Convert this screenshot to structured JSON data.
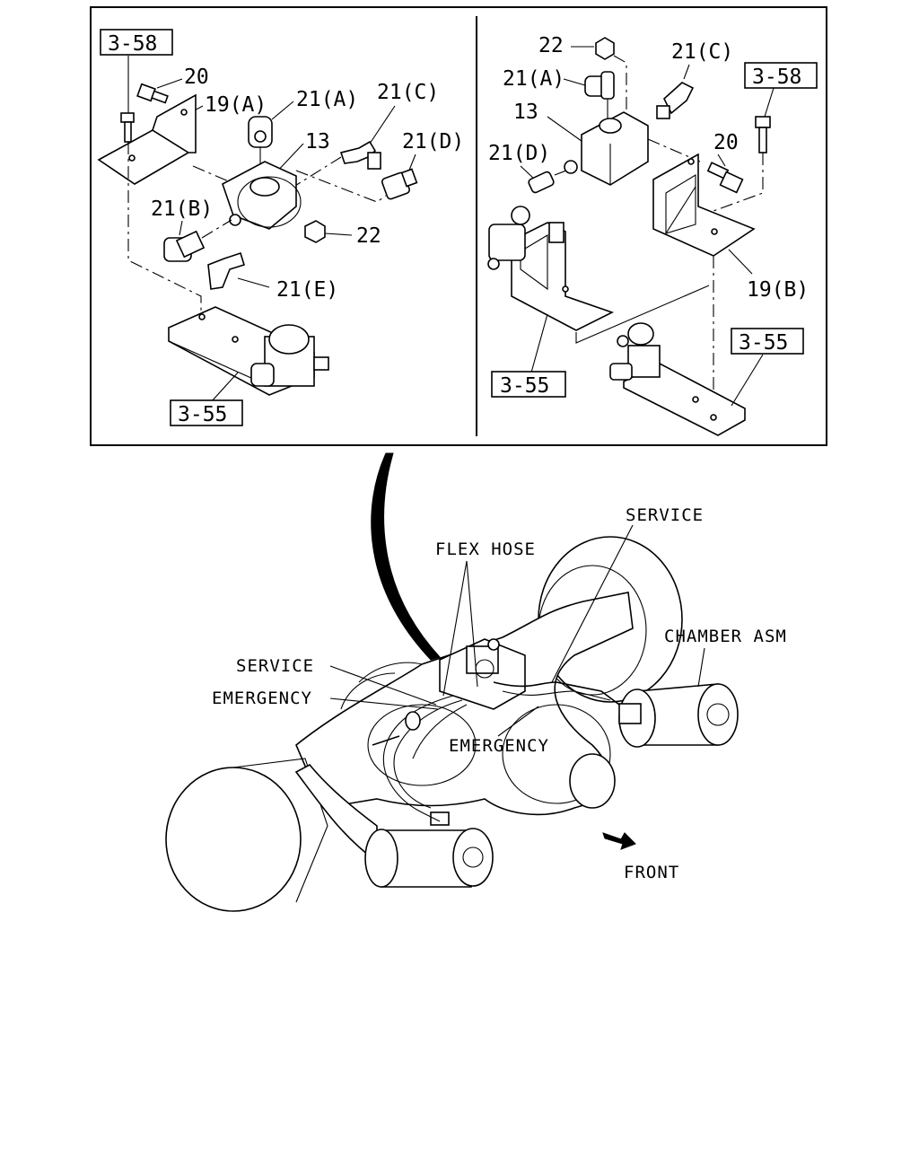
{
  "left_panel": {
    "ref_top": "3-58",
    "ref_bottom": "3-55",
    "labels": {
      "p20": "20",
      "p19a": "19(A)",
      "p21a": "21(A)",
      "p21c": "21(C)",
      "p13": "13",
      "p21d": "21(D)",
      "p21b": "21(B)",
      "p22": "22",
      "p21e": "21(E)"
    }
  },
  "right_panel": {
    "ref_top": "3-58",
    "ref_bottom_left": "3-55",
    "ref_bottom_right": "3-55",
    "labels": {
      "p22": "22",
      "p21c": "21(C)",
      "p21a": "21(A)",
      "p13": "13",
      "p21d": "21(D)",
      "p20": "20",
      "p19b": "19(B)"
    }
  },
  "axle_view": {
    "labels": {
      "service_top": "SERVICE",
      "flex_hose": "FLEX HOSE",
      "chamber_asm": "CHAMBER ASM",
      "service_left": "SERVICE",
      "emergency_left": "EMERGENCY",
      "emergency_center": "EMERGENCY",
      "front": "FRONT"
    }
  }
}
